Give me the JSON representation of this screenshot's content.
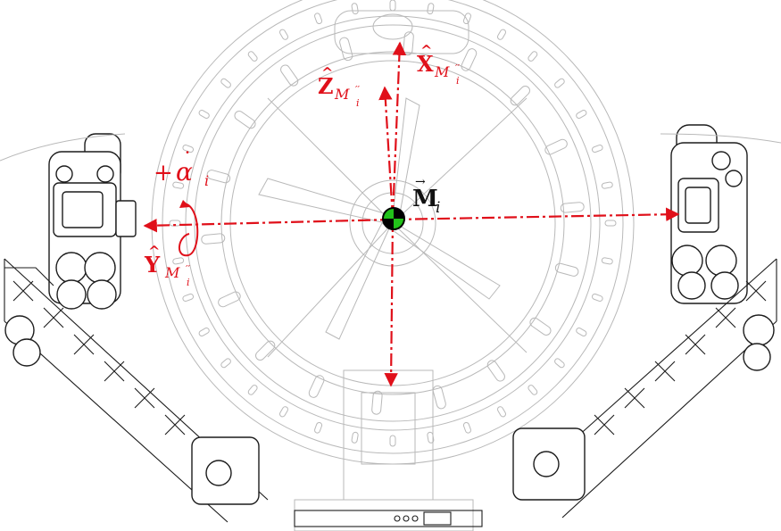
{
  "labels": {
    "x_axis": {
      "main": "X",
      "hat": "^",
      "sub": "M",
      "sub_sub": "i",
      "prime": "′′"
    },
    "z_axis": {
      "main": "Z",
      "hat": "^",
      "sub": "M",
      "sub_sub": "i",
      "prime": "′′"
    },
    "y_axis": {
      "main": "Y",
      "hat": "^",
      "sub": "M",
      "sub_sub": "i",
      "prime": "′′"
    },
    "rotation": {
      "sign": "+",
      "symbol": "α",
      "dot": "˙",
      "sub": "i"
    },
    "center": {
      "main": "M",
      "arrow": "→",
      "sub": "i"
    }
  },
  "colors": {
    "axis": "#e0101a",
    "center_marker_green": "#22c21a",
    "center_marker_black": "#000000"
  },
  "icons": {
    "center_marker": "green-black-pivot-target"
  }
}
